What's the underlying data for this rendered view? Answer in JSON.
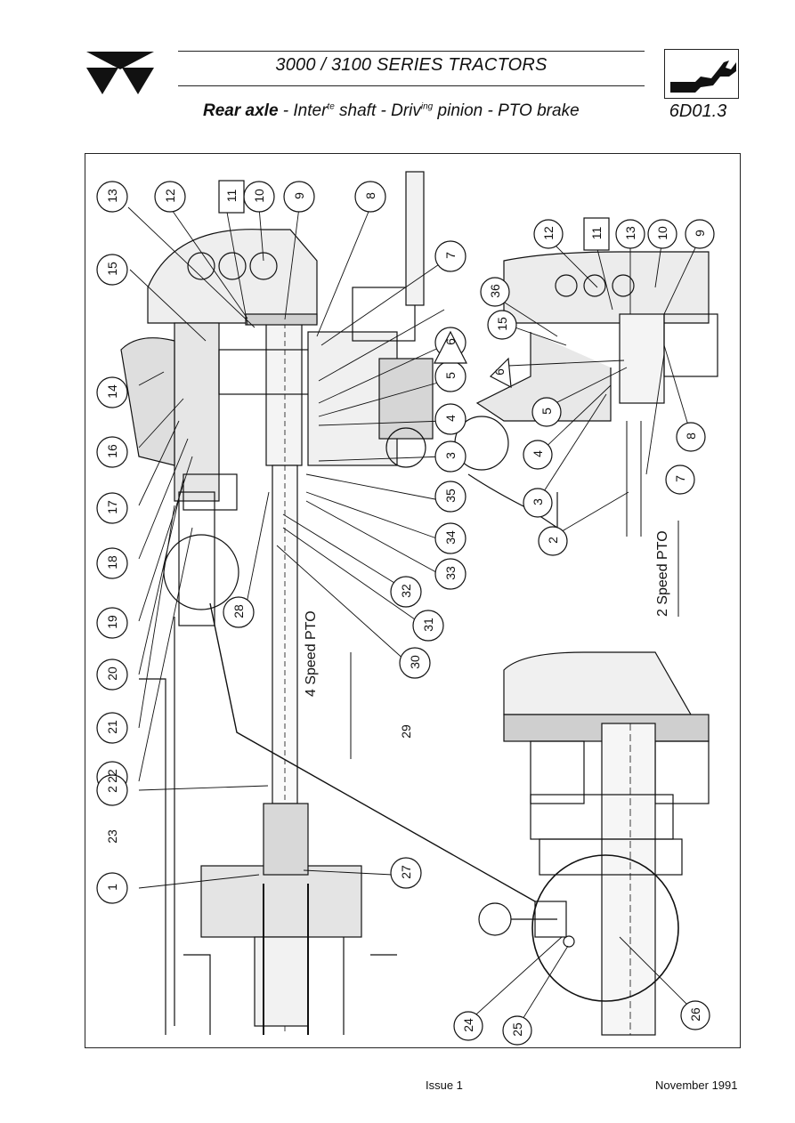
{
  "header": {
    "series_title": "3000 / 3100 SERIES TRACTORS",
    "subtitle_bold": "Rear axle",
    "subtitle_part1": " - Inter",
    "subtitle_sup1": "te",
    "subtitle_part2": " shaft - Driv",
    "subtitle_sup2": "ing",
    "subtitle_part3": " pinion - PTO brake",
    "page_code": "6D01.3"
  },
  "diagram": {
    "label_4_speed": "4 Speed PTO",
    "label_2_speed": "2 Speed PTO",
    "callouts_main": [
      "13",
      "12",
      "11",
      "10",
      "9",
      "8",
      "15",
      "14",
      "16",
      "17",
      "18",
      "19",
      "20",
      "21",
      "22",
      "23",
      "2",
      "1",
      "7",
      "6",
      "5",
      "4",
      "3",
      "35",
      "34",
      "33",
      "32",
      "31",
      "30",
      "29",
      "28",
      "27"
    ],
    "callouts_inset": [
      "12",
      "11",
      "13",
      "10",
      "9",
      "36",
      "15",
      "6",
      "5",
      "4",
      "3",
      "8",
      "7",
      "2"
    ],
    "callouts_detail": [
      "24",
      "25",
      "26"
    ],
    "boxed_callout": "11",
    "triangle_callout": "6"
  },
  "footer": {
    "issue": "Issue 1",
    "date": "November 1991"
  }
}
